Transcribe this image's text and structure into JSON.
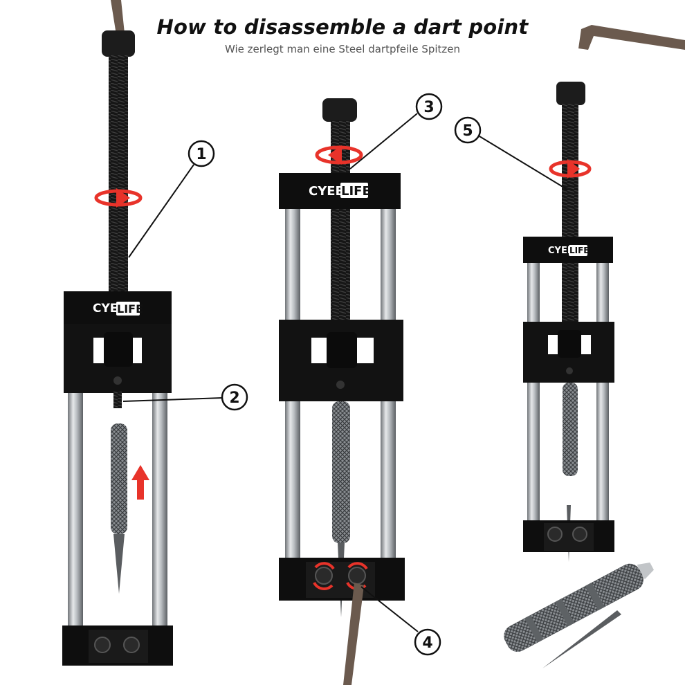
{
  "header": {
    "title": "How to disassemble a dart point",
    "subtitle": "Wie zerlegt man eine Steel dartpfeile Spitzen"
  },
  "brand": {
    "name_part1": "CYEE",
    "name_part2": "LIFE"
  },
  "steps": [
    {
      "number": "1"
    },
    {
      "number": "2"
    },
    {
      "number": "3"
    },
    {
      "number": "4"
    },
    {
      "number": "5"
    }
  ],
  "colors": {
    "tool_body": "#0e0e0e",
    "rod": "#b8bcc0",
    "arrow_red": "#e8332a",
    "hex_key": "#6b5a4e"
  },
  "icons": {
    "rotate_arrow": "rotate-arrow-icon",
    "up_arrow": "up-arrow-icon"
  }
}
